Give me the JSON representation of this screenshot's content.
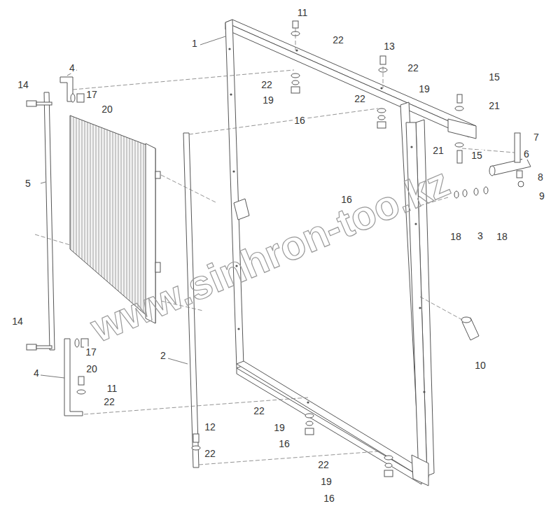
{
  "diagram": {
    "labels": [
      "11",
      "22",
      "1",
      "13",
      "22",
      "4",
      "15",
      "14",
      "17",
      "22",
      "21",
      "20",
      "19",
      "22",
      "16",
      "19",
      "7",
      "21",
      "15",
      "6",
      "8",
      "9",
      "5",
      "16",
      "18",
      "3",
      "18",
      "10",
      "14",
      "17",
      "20",
      "4",
      "2",
      "11",
      "22",
      "22",
      "19",
      "12",
      "16",
      "22",
      "22",
      "19",
      "16",
      "www.sinhron-too.kz"
    ]
  }
}
